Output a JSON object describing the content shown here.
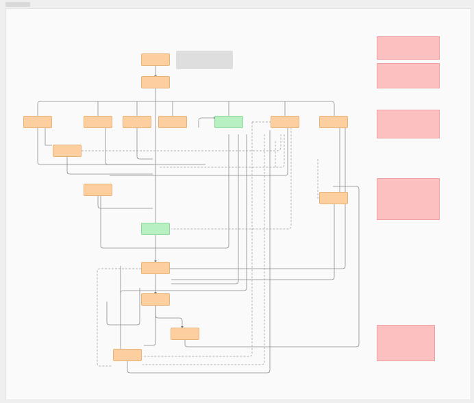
{
  "nodes": [
    {
      "id": "n1",
      "label": "",
      "color": "orange"
    },
    {
      "id": "n2",
      "label": "",
      "color": "orange"
    },
    {
      "id": "n3",
      "label": "",
      "color": "orange"
    },
    {
      "id": "n4",
      "label": "",
      "color": "orange"
    },
    {
      "id": "n5",
      "label": "",
      "color": "orange"
    },
    {
      "id": "n6",
      "label": "",
      "color": "orange"
    },
    {
      "id": "n7",
      "label": "",
      "color": "green"
    },
    {
      "id": "n8",
      "label": "",
      "color": "orange"
    },
    {
      "id": "n9",
      "label": "",
      "color": "orange"
    },
    {
      "id": "n10",
      "label": "",
      "color": "orange"
    },
    {
      "id": "n11",
      "label": "",
      "color": "orange"
    },
    {
      "id": "n12",
      "label": "",
      "color": "orange"
    },
    {
      "id": "n13",
      "label": "",
      "color": "green"
    },
    {
      "id": "n14",
      "label": "",
      "color": "orange"
    },
    {
      "id": "n15",
      "label": "",
      "color": "orange"
    },
    {
      "id": "n16",
      "label": "",
      "color": "orange"
    },
    {
      "id": "n17",
      "label": "",
      "color": "orange"
    }
  ],
  "legend": {
    "lines": [
      "",
      "",
      "",
      ""
    ]
  },
  "notes": [
    {
      "title": "",
      "lines": [
        "",
        "",
        "",
        ""
      ]
    },
    {
      "title": "",
      "lines": [
        "",
        "",
        "",
        "",
        "",
        "",
        "",
        ""
      ]
    },
    {
      "title": "",
      "lines": [
        "",
        "",
        "",
        "",
        "",
        ""
      ]
    },
    {
      "title": "",
      "lines": [
        "",
        "",
        "",
        "",
        "",
        "",
        "",
        "",
        "",
        "",
        ""
      ]
    },
    {
      "title": "",
      "lines": [
        "",
        "",
        "",
        "",
        "",
        "",
        "",
        "",
        ""
      ]
    }
  ],
  "colors": {
    "orange_node": "#fdcf9f",
    "green_node": "#b8f1c1",
    "note": "#fdc0c0",
    "legend": "#dedede",
    "edge": "#8a8a8a"
  }
}
